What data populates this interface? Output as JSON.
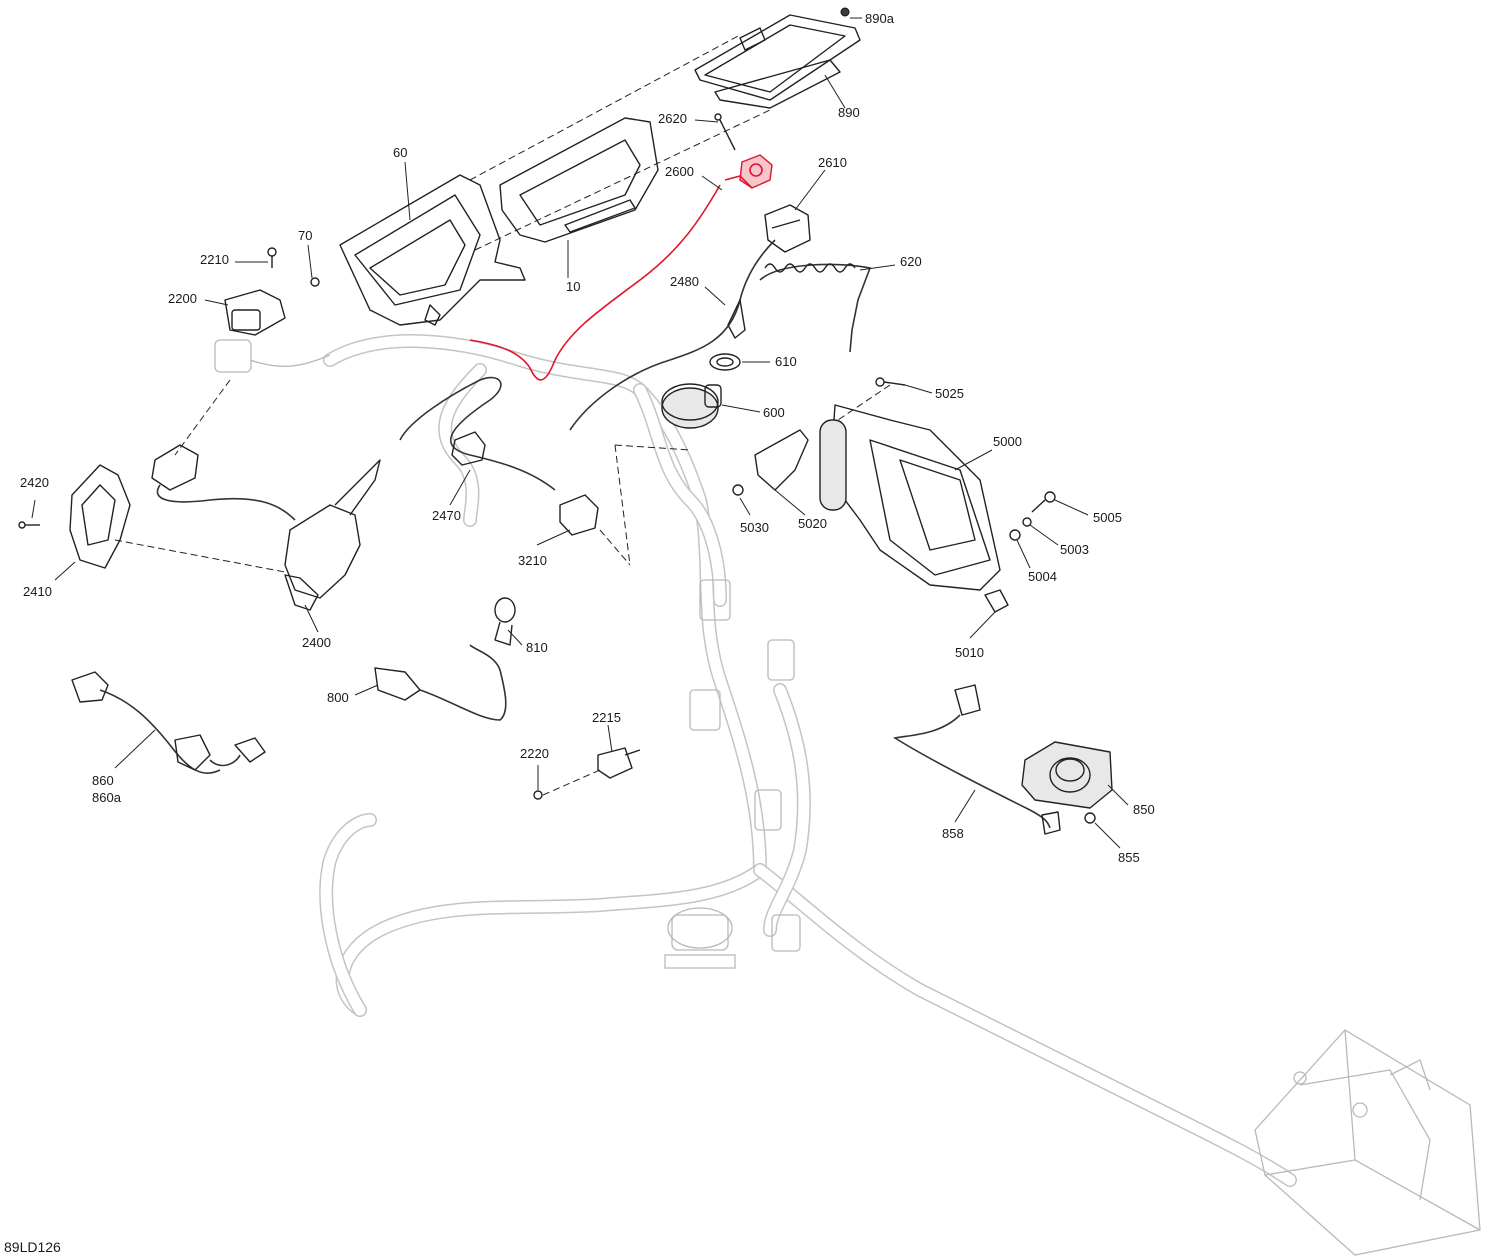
{
  "diagram": {
    "drawing_code": "89LD126",
    "highlight_color": "#e0142a",
    "callouts": [
      {
        "id": "c890a",
        "text": "890a"
      },
      {
        "id": "c890",
        "text": "890"
      },
      {
        "id": "c2620",
        "text": "2620"
      },
      {
        "id": "c60",
        "text": "60"
      },
      {
        "id": "c2600",
        "text": "2600"
      },
      {
        "id": "c2610",
        "text": "2610"
      },
      {
        "id": "c70",
        "text": "70"
      },
      {
        "id": "c2210",
        "text": "2210"
      },
      {
        "id": "c10",
        "text": "10"
      },
      {
        "id": "c620",
        "text": "620"
      },
      {
        "id": "c2200",
        "text": "2200"
      },
      {
        "id": "c2480",
        "text": "2480"
      },
      {
        "id": "c610",
        "text": "610"
      },
      {
        "id": "c5025",
        "text": "5025"
      },
      {
        "id": "c600",
        "text": "600"
      },
      {
        "id": "c5000",
        "text": "5000"
      },
      {
        "id": "c2420",
        "text": "2420"
      },
      {
        "id": "c2470",
        "text": "2470"
      },
      {
        "id": "c5030",
        "text": "5030"
      },
      {
        "id": "c5020",
        "text": "5020"
      },
      {
        "id": "c5005",
        "text": "5005"
      },
      {
        "id": "c5003",
        "text": "5003"
      },
      {
        "id": "c3210",
        "text": "3210"
      },
      {
        "id": "c5004",
        "text": "5004"
      },
      {
        "id": "c2410",
        "text": "2410"
      },
      {
        "id": "c2400",
        "text": "2400"
      },
      {
        "id": "c810",
        "text": "810"
      },
      {
        "id": "c5010",
        "text": "5010"
      },
      {
        "id": "c800",
        "text": "800"
      },
      {
        "id": "c2215",
        "text": "2215"
      },
      {
        "id": "c2220",
        "text": "2220"
      },
      {
        "id": "c860",
        "text": "860"
      },
      {
        "id": "c860a",
        "text": "860a"
      },
      {
        "id": "c850",
        "text": "850"
      },
      {
        "id": "c858",
        "text": "858"
      },
      {
        "id": "c855",
        "text": "855"
      }
    ]
  }
}
